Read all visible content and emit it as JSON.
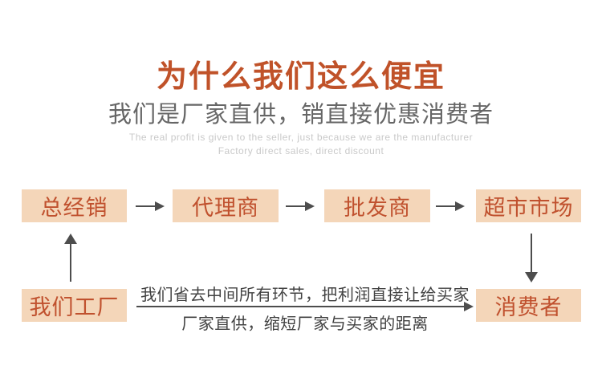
{
  "header": {
    "title": "为什么我们这么便宜",
    "subtitle": "我们是厂家直供，销直接优惠消费者",
    "subtitle_en_line1": "The real profit is given to the seller, just because we are the manufacturer",
    "subtitle_en_line2": "Factory direct sales, direct discount"
  },
  "flow": {
    "chain": [
      {
        "label": "总经销"
      },
      {
        "label": "代理商"
      },
      {
        "label": "批发商"
      },
      {
        "label": "超市市场"
      }
    ],
    "factory_label": "我们工厂",
    "consumer_label": "消费者",
    "notes": {
      "line1": "我们省去中间所有环节，把利润直接让给买家",
      "line2": "厂家直供，缩短厂家与买家的距离"
    }
  },
  "colors": {
    "accent_title": "#c05229",
    "box_background": "#f4d6b9",
    "box_text": "#c0512e",
    "arrow": "#4d4d4d",
    "subtitle_text": "#666666",
    "note_text": "#424242",
    "english_text": "#c9c9c9"
  }
}
